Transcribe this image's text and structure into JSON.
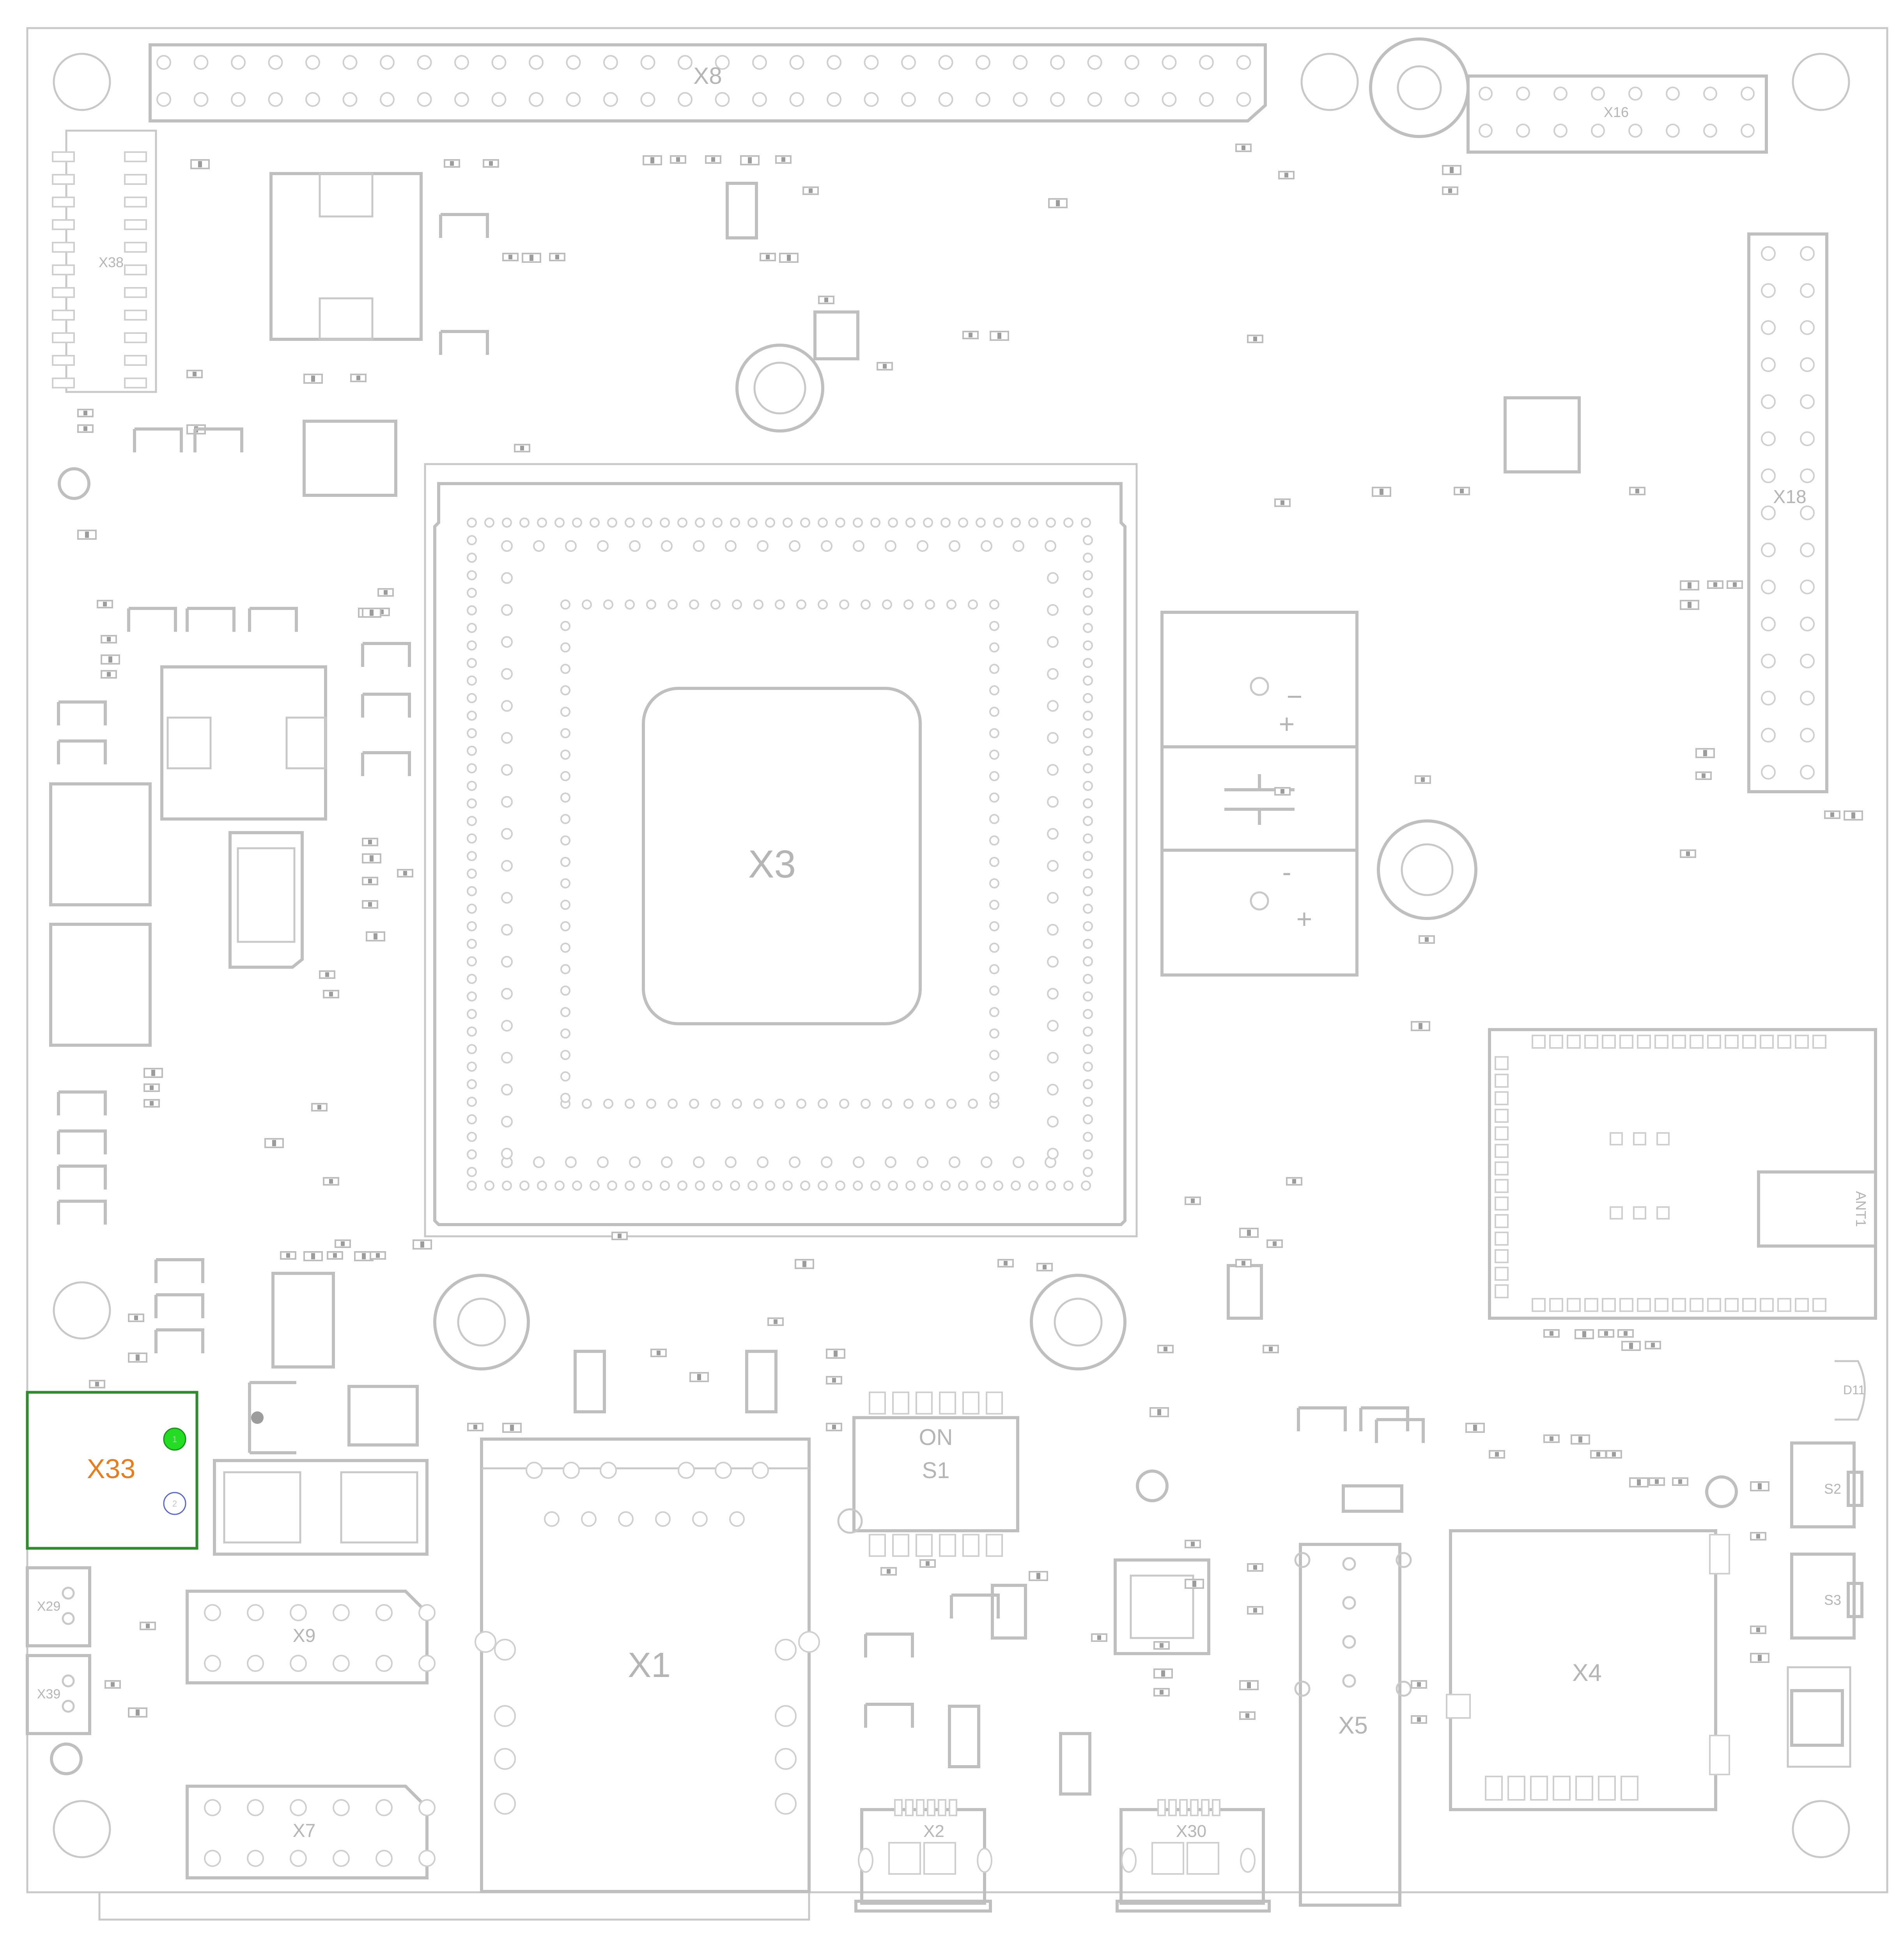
{
  "colors": {
    "silkscreen": "#bfbfbf",
    "highlight_outline": "#2e8b2e",
    "highlight_label": "#e87d1e",
    "pin1_fill": "#22dd22",
    "pin2_stroke": "#5566cc"
  },
  "designators": {
    "x8": "X8",
    "x16": "X16",
    "x38": "X38",
    "x18": "X18",
    "x3": "X3",
    "x33": "X33",
    "x29": "X29",
    "x39": "X39",
    "x9": "X9",
    "x7": "X7",
    "x1": "X1",
    "x2": "X2",
    "x30": "X30",
    "x5": "X5",
    "x4": "X4",
    "s1": "S1",
    "s1_on": "ON",
    "s2": "S2",
    "s3": "S3",
    "d11": "D11",
    "ant1": "ANT1"
  },
  "highlighted_component": {
    "designator": "X33",
    "pin1": "1",
    "pin2": "2"
  },
  "capacitor_marks": {
    "minus": "−",
    "plus": "+",
    "minus2": "-",
    "plus2": "+"
  }
}
